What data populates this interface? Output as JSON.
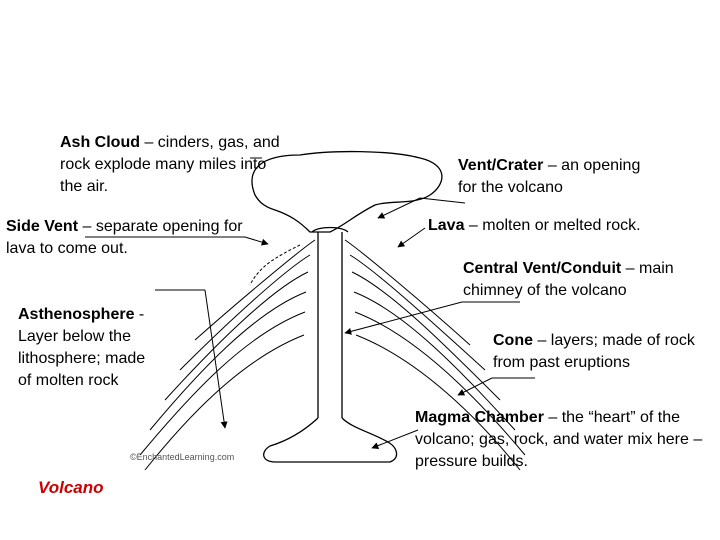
{
  "caption": "Volcano",
  "credit": "©EnchantedLearning.com",
  "labels": {
    "ash_cloud": {
      "term": "Ash Cloud",
      "desc": " – cinders, gas, and rock explode many miles into the air."
    },
    "side_vent": {
      "term": "Side Vent",
      "desc": " – separate opening for lava to come out."
    },
    "asthenosphere": {
      "term": "Asthenosphere",
      "desc": " -Layer below the lithosphere; made of molten rock"
    },
    "vent_crater": {
      "term": "Vent/Crater",
      "desc": " – an opening for the volcano"
    },
    "lava": {
      "term": "Lava",
      "desc": " – molten or melted rock."
    },
    "central_vent": {
      "term": "Central Vent/Conduit",
      "desc": " – main chimney of the volcano"
    },
    "cone": {
      "term": "Cone",
      "desc": " – layers; made of rock from past eruptions"
    },
    "magma_chamber": {
      "term": "Magma Chamber",
      "desc": " – the “heart” of the volcano; gas, rock, and water mix here – pressure builds."
    }
  }
}
